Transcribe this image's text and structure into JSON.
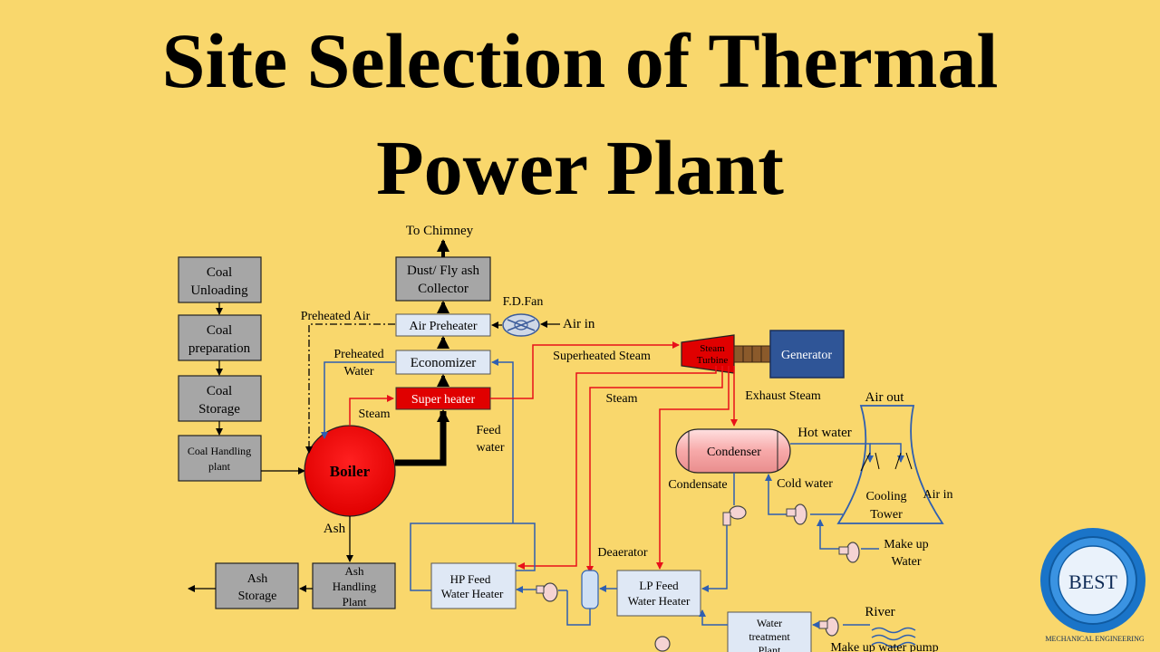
{
  "title_line1": "Site Selection of Thermal",
  "title_line2": "Power Plant",
  "boxes": {
    "coal_unloading": [
      "Coal",
      "Unloading"
    ],
    "coal_preparation": [
      "Coal",
      "preparation"
    ],
    "coal_storage": [
      "Coal",
      "Storage"
    ],
    "coal_handling": [
      "Coal Handling",
      "plant"
    ],
    "dust_collector": [
      "Dust/ Fly ash",
      "Collector"
    ],
    "air_preheater": "Air Preheater",
    "economizer": "Economizer",
    "super_heater": "Super heater",
    "boiler": "Boiler",
    "steam_turbine": [
      "Steam",
      "Turbine"
    ],
    "generator": "Generator",
    "condenser": "Condenser",
    "hp_heater": [
      "HP Feed",
      "Water Heater"
    ],
    "lp_heater": [
      "LP Feed",
      "Water Heater"
    ],
    "ash_storage": [
      "Ash",
      "Storage"
    ],
    "ash_handling": [
      "Ash",
      "Handling",
      "Plant"
    ],
    "water_treatment": [
      "Water",
      "treatment",
      "Plant"
    ]
  },
  "labels": {
    "to_chimney": "To Chimney",
    "fd_fan": "F.D.Fan",
    "air_in_top": "Air in",
    "preheated_air": "Preheated Air",
    "preheated_water": [
      "Preheated",
      "Water"
    ],
    "steam_boiler": "Steam",
    "feed_water": [
      "Feed",
      "water"
    ],
    "superheated_steam": "Superheated Steam",
    "steam_mid": "Steam",
    "exhaust_steam": "Exhaust Steam",
    "air_out": "Air out",
    "hot_water": "Hot water",
    "cold_water": "Cold water",
    "condensate": "Condensate",
    "cooling_tower": [
      "Cooling",
      "Tower"
    ],
    "air_in_tower": "Air in",
    "make_up_water": [
      "Make up",
      "Water"
    ],
    "river": "River",
    "make_up_water_pump": "Make up water pump",
    "deaerator": "Deaerator",
    "ash": "Ash"
  },
  "logo": {
    "text": "BEST",
    "subtitle": "MECHANICAL ENGINEERING"
  },
  "colors": {
    "background": "#f9d76c",
    "red": "#e8101a",
    "blue": "#2f5fb0",
    "gray_box": "#a6a6a6",
    "generator": "#2f5597"
  }
}
